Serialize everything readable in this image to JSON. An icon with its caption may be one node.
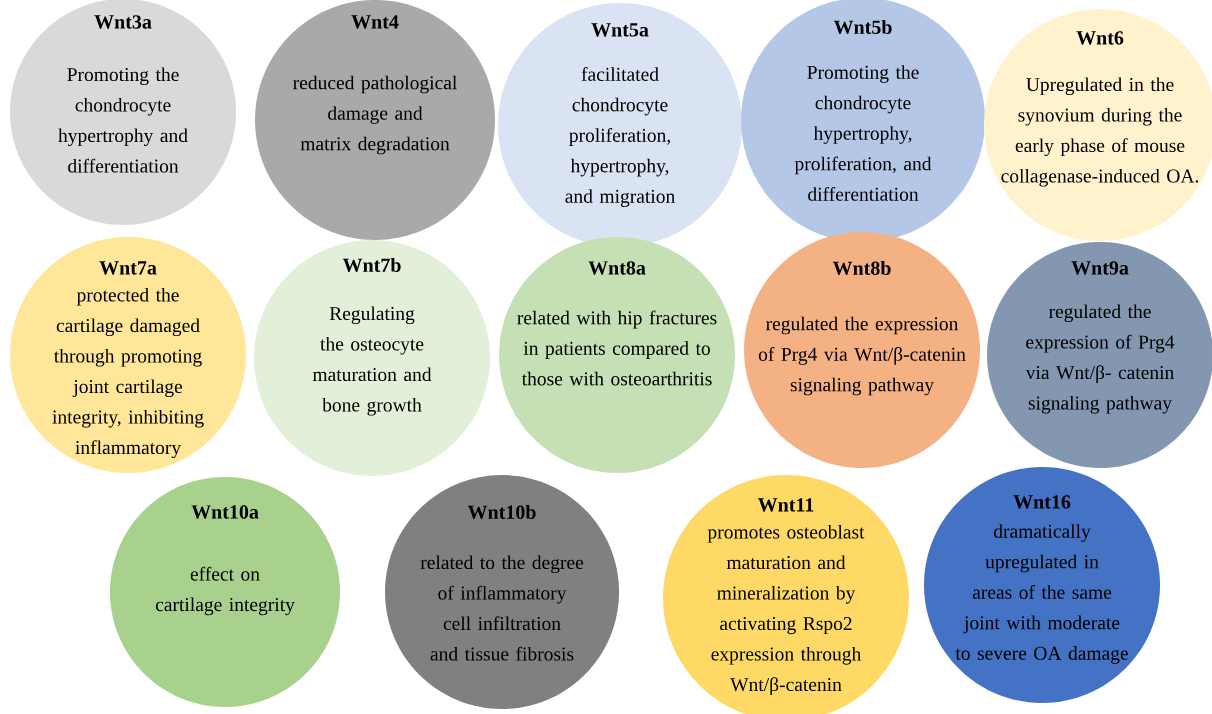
{
  "diagram": {
    "nodes": [
      {
        "text": [
          "Wnt3a",
          "Promoting the chondrocyte hypertrophy and differentiation"
        ]
      },
      {
        "text": [
          "Wnt4",
          "reduced pathological damage and matrix degradation"
        ]
      },
      {
        "text": [
          "Wnt5a",
          "facilitated chondrocyte proliferation, hypertrophy, and migration"
        ]
      },
      {
        "text": [
          "Wnt5b",
          "Promoting the chondrocyte hypertrophy, proliferation, and differentiation"
        ]
      },
      {
        "text": [
          "Wnt6",
          "Upregulated in the synovium during the early phase of mouse collagenase-induced OA."
        ]
      },
      {
        "text": [
          "Wnt7a",
          "protected the cartilage damaged through promoting joint cartilage integrity, inhibiting inflammatory"
        ]
      },
      {
        "text": [
          "Wnt7b",
          "Regulating the osteocyte maturation and bone growth"
        ]
      },
      {
        "text": [
          "Wnt8a",
          "related with hip fractures in patients compared to those with osteoarthritis"
        ]
      },
      {
        "text": [
          "Wnt8b",
          "regulated the expression of Prg4 via Wnt/β-catenin signaling pathway"
        ]
      },
      {
        "text": [
          "Wnt9a",
          "regulated the expression of Prg4 via Wnt/β- catenin signaling pathway"
        ]
      },
      {
        "text": [
          "Wnt10a",
          "effect on cartilage integrity"
        ]
      },
      {
        "text": [
          "Wnt10b",
          "related to the degree of inflammatory cell infiltration and tissue fibrosis"
        ]
      },
      {
        "text": [
          "Wnt11",
          "promotes osteoblast maturation and mineralization by activating Rspo2 expression through Wnt/β-catenin"
        ]
      },
      {
        "text": [
          "Wnt16",
          "dramatically upregulated in areas of the same joint with moderate to severe OA damage"
        ]
      }
    ]
  }
}
